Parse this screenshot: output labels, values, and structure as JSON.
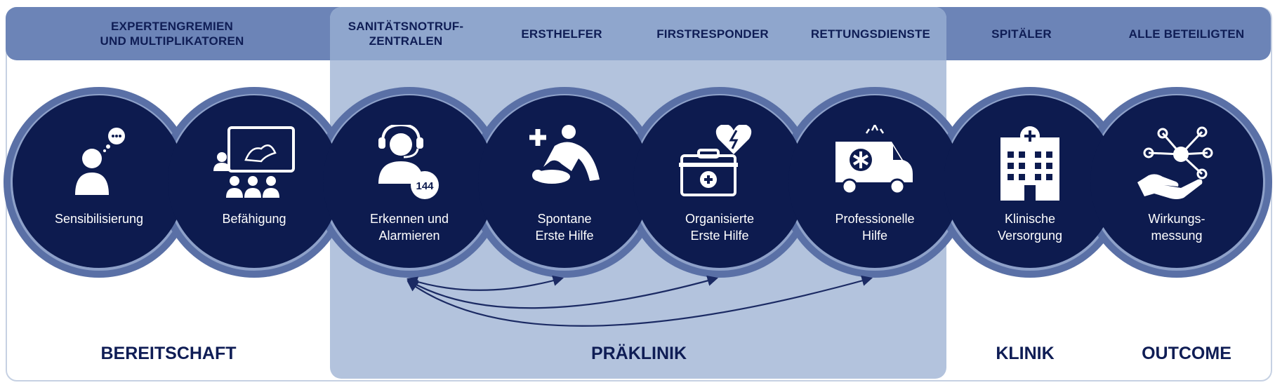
{
  "headers": [
    "EXPERTENGREMIEN\nUND MULTIPLIKATOREN",
    "SANITÄTSNOTRUF-\nZENTRALEN",
    "ERSTHELFER",
    "FIRSTRESPONDER",
    "RETTUNGSDIENSTE",
    "SPITÄLER",
    "ALLE BETEILIGTEN"
  ],
  "steps": [
    {
      "label": "Sensibilisierung",
      "icon": "person-speech-icon"
    },
    {
      "label": "Befähigung",
      "icon": "training-presentation-icon"
    },
    {
      "label": "Erkennen und\nAlarmieren",
      "icon": "headset-operator-icon",
      "badge": "144"
    },
    {
      "label": "Spontane\nErste Hilfe",
      "icon": "cpr-first-aid-icon"
    },
    {
      "label": "Organisierte\nErste Hilfe",
      "icon": "medkit-defibrillator-icon"
    },
    {
      "label": "Professionelle\nHilfe",
      "icon": "ambulance-icon"
    },
    {
      "label": "Klinische\nVersorgung",
      "icon": "hospital-icon"
    },
    {
      "label": "Wirkungs-\nmessung",
      "icon": "network-hand-icon"
    }
  ],
  "sections": [
    "BEREITSCHAFT",
    "PRÄKLINIK",
    "KLINIK",
    "OUTCOME"
  ],
  "colors": {
    "navy": "#0d1b4f",
    "header_bar": "#6c84b7",
    "praeklinik_panel": "#b3c3dd",
    "text_dark": "#0f1d55"
  }
}
